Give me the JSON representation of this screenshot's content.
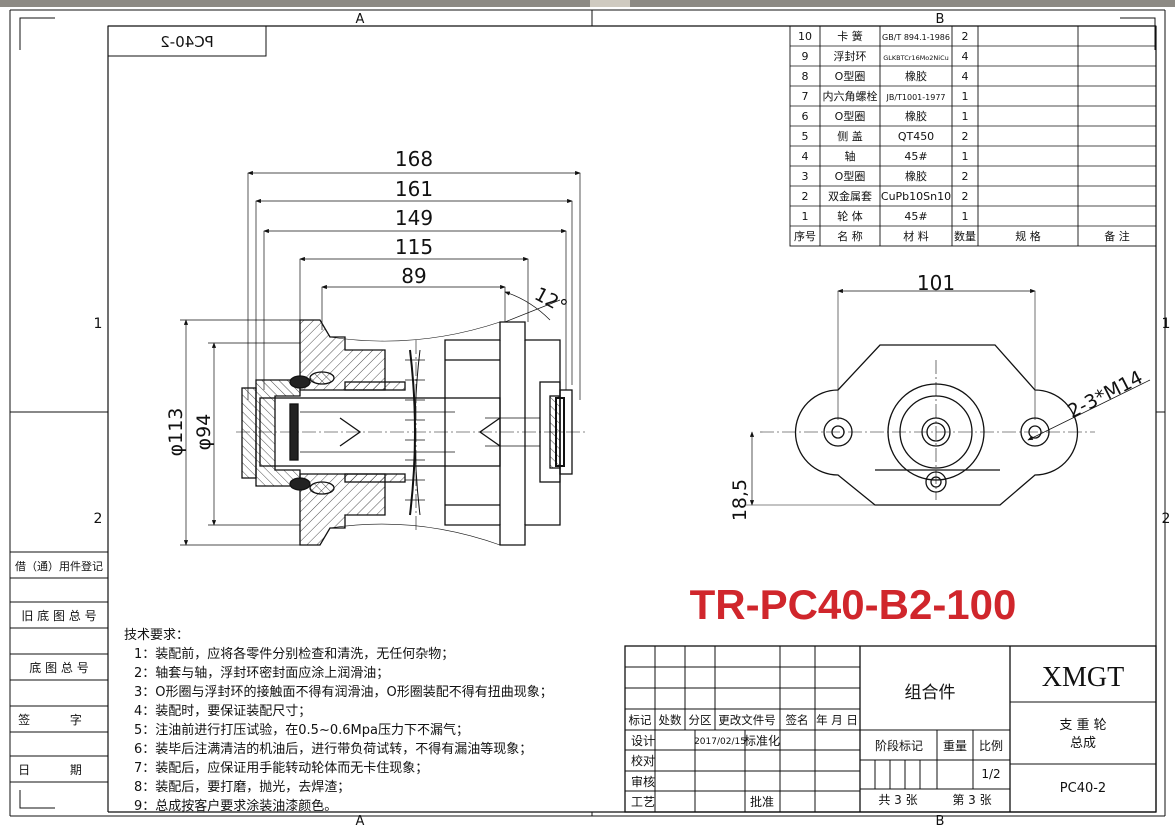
{
  "border": {
    "col_a": "A",
    "col_b": "B",
    "row_1": "1",
    "row_2": "2"
  },
  "mirror_code": "PC40-2",
  "parts_table": {
    "header": [
      "序号",
      "名 称",
      "材 料",
      "数量",
      "规 格",
      "备 注"
    ],
    "rows": [
      {
        "no": "10",
        "name": "卡 簧",
        "material": "GB/T 894.1-1986",
        "qty": "2"
      },
      {
        "no": "9",
        "name": "浮封环",
        "material": "GLKBTCr16Mo2NiCu",
        "qty": "4"
      },
      {
        "no": "8",
        "name": "O型圈",
        "material": "橡胶",
        "qty": "4"
      },
      {
        "no": "7",
        "name": "内六角螺栓",
        "material": "JB/T1001-1977",
        "qty": "1"
      },
      {
        "no": "6",
        "name": "O型圈",
        "material": "橡胶",
        "qty": "1"
      },
      {
        "no": "5",
        "name": "侧 盖",
        "material": "QT450",
        "qty": "2"
      },
      {
        "no": "4",
        "name": "轴",
        "material": "45#",
        "qty": "1"
      },
      {
        "no": "3",
        "name": "O型圈",
        "material": "橡胶",
        "qty": "2"
      },
      {
        "no": "2",
        "name": "双金属套",
        "material": "CuPb10Sn10",
        "qty": "2"
      },
      {
        "no": "1",
        "name": "轮 体",
        "material": "45#",
        "qty": "1"
      }
    ]
  },
  "dimensions": {
    "d168": "168",
    "d161": "161",
    "d149": "149",
    "d115": "115",
    "d89": "89",
    "angle": "12°",
    "phi113": "φ113",
    "phi94": "φ94",
    "d101": "101",
    "d18_5": "18,5",
    "thread": "2-3*M14"
  },
  "model_title": "TR-PC40-B2-100",
  "left_strip": {
    "items": [
      "借（通）用件登记",
      "旧 底 图 总 号",
      "底 图 总 号",
      "签 字",
      "日 期"
    ]
  },
  "tech_requirements": {
    "heading": "技术要求：",
    "lines": [
      "1：装配前，应将各零件分别检查和清洗，无任何杂物；",
      "2：轴套与轴，浮封环密封面应涂上润滑油；",
      "3：O形圈与浮封环的接触面不得有润滑油，O形圈装配不得有扭曲现象；",
      "4：装配时，要保证装配尺寸；",
      "5：注油前进行打压试验，在0.5~0.6Mpa压力下不漏气；",
      "6：装毕后注满清洁的机油后，进行带负荷试转，不得有漏油等现象；",
      "7：装配后，应保证用手能转动轮体而无卡住现象；",
      "8：装配后，要打磨，抛光，去焊渣；",
      "9：总成按客户要求涂装油漆颜色。"
    ]
  },
  "title_block": {
    "change_headers": [
      "标记",
      "处数",
      "分区",
      "更改文件号",
      "签名",
      "年 月 日"
    ],
    "design_label": "设计",
    "design_date": "2017/02/15",
    "standardize_label": "标准化",
    "check_label": "校对",
    "review_label": "审核",
    "process_label": "工艺",
    "approve_label": "批准",
    "assembly": "组合件",
    "stage_label": "阶段标记",
    "weight_label": "重量",
    "scale_label": "比例",
    "scale_value": "1/2",
    "sheets_total": "共 3 张",
    "sheet_no": "第 3 张",
    "company": "XMGT",
    "part_name_1": "支 重 轮",
    "part_name_2": "总成",
    "drawing_code": "PC40-2"
  }
}
